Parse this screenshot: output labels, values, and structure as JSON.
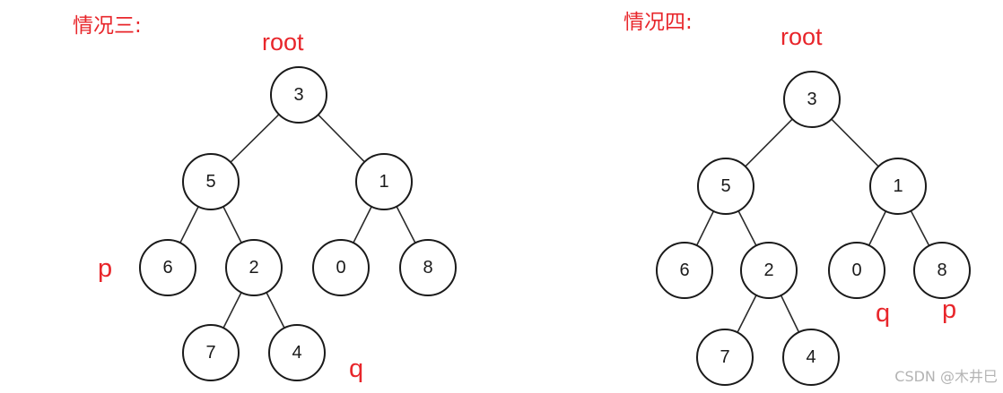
{
  "panels": [
    {
      "title": "情况三:",
      "root_label": "root",
      "tree": {
        "nodes": [
          "3",
          "5",
          "1",
          "6",
          "2",
          "0",
          "8",
          "7",
          "4"
        ],
        "edges": [
          [
            0,
            1
          ],
          [
            0,
            2
          ],
          [
            1,
            3
          ],
          [
            1,
            4
          ],
          [
            2,
            5
          ],
          [
            2,
            6
          ],
          [
            4,
            7
          ],
          [
            4,
            8
          ]
        ]
      },
      "p_label": "p",
      "q_label": "q"
    },
    {
      "title": "情况四:",
      "root_label": "root",
      "tree": {
        "nodes": [
          "3",
          "5",
          "1",
          "6",
          "2",
          "0",
          "8",
          "7",
          "4"
        ],
        "edges": [
          [
            0,
            1
          ],
          [
            0,
            2
          ],
          [
            1,
            3
          ],
          [
            1,
            4
          ],
          [
            2,
            5
          ],
          [
            2,
            6
          ],
          [
            4,
            7
          ],
          [
            4,
            8
          ]
        ]
      },
      "q_label": "q",
      "p_label": "p"
    }
  ],
  "watermark": "CSDN @木井巳",
  "colors": {
    "annotation": "#e8262b",
    "node_stroke": "#1a1a1a",
    "edge": "#2b2b2b",
    "watermark": "#b3b3b3"
  }
}
